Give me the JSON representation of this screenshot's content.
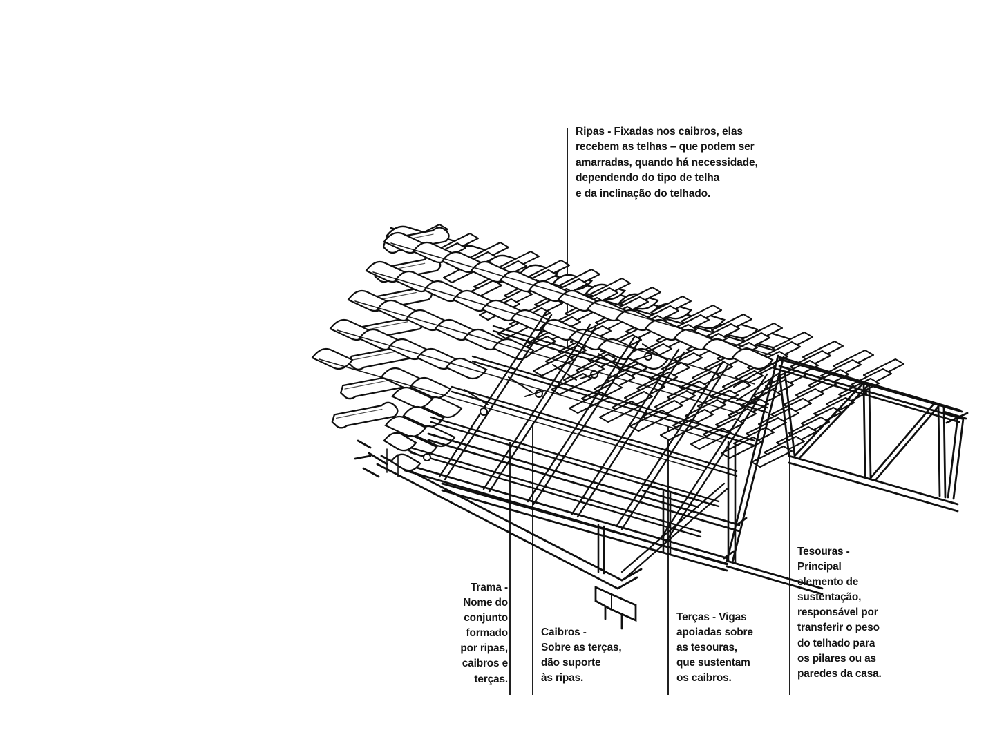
{
  "figure": {
    "kind": "technical-line-drawing",
    "subject": "Estrutura de telhado (isométrica) com telhas cerâmicas, ripas, caibros, terças e tesouras",
    "background_color": "#ffffff",
    "ink_color": "#101010"
  },
  "callouts": [
    {
      "id": "ripas",
      "term": "Ripas - Fixadas nos caibros, elas",
      "lines": [
        "Ripas - Fixadas nos caibros, elas",
        "recebem as telhas – que podem ser",
        "amarradas, quando há necessidade,",
        "dependendo do tipo de telha",
        "e da inclinação do telhado."
      ]
    },
    {
      "id": "trama",
      "term": "Trama -",
      "lines": [
        "Trama -",
        "Nome do",
        "conjunto",
        "formado",
        "por ripas,",
        "caibros e",
        "terças."
      ]
    },
    {
      "id": "caibros",
      "term": "Caibros -",
      "lines": [
        "Caibros -",
        "Sobre as terças,",
        "dão suporte",
        "às ripas."
      ]
    },
    {
      "id": "tercas",
      "term": "Terças - Vigas",
      "lines": [
        "Terças - Vigas",
        "apoiadas sobre",
        "as tesouras,",
        "que sustentam",
        "os caibros."
      ]
    },
    {
      "id": "tesouras",
      "term": "Tesouras -",
      "lines": [
        "Tesouras -",
        "Principal",
        "elemento de",
        "sustentação,",
        "responsável por",
        "transferir o peso",
        "do telhado para",
        "os pilares ou as",
        "paredes da casa."
      ]
    }
  ]
}
